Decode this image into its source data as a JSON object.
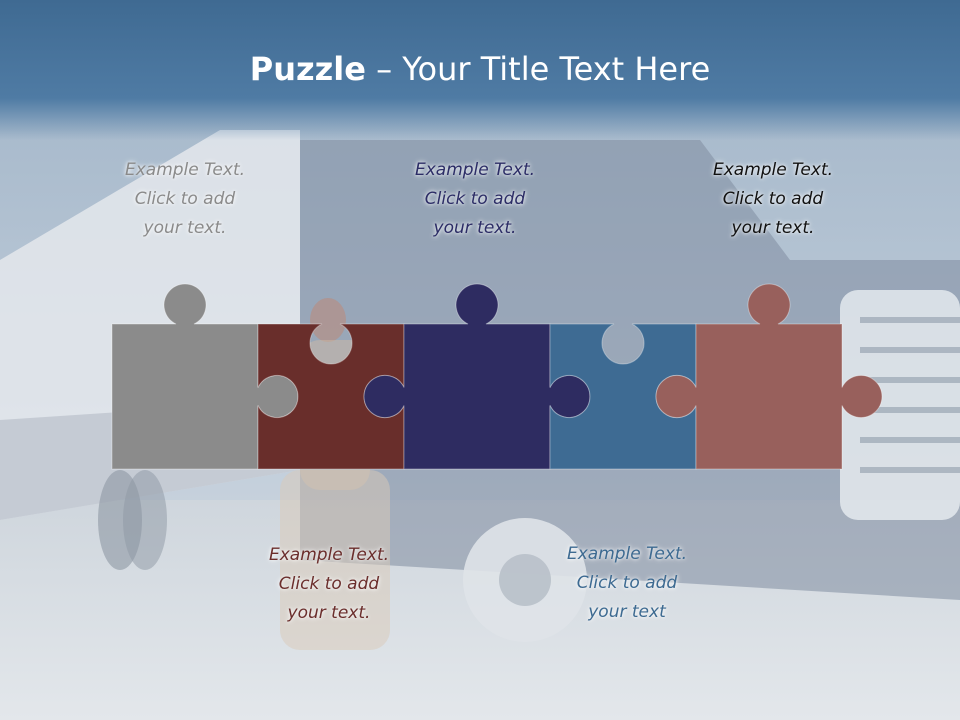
{
  "slide": {
    "title_bold": "Puzzle",
    "title_rest": " – Your Title Text Here",
    "captions": [
      {
        "lines": [
          "Example Text.",
          "Click  to add",
          "your text."
        ],
        "color": "#8a8a8a"
      },
      {
        "lines": [
          "Example Text.",
          "Click  to add",
          "your text."
        ],
        "color": "#6b2e2c"
      },
      {
        "lines": [
          "Example Text.",
          "Click  to add",
          "your text."
        ],
        "color": "#2c2d66"
      },
      {
        "lines": [
          "Example Text.",
          "Click  to add",
          "your text"
        ],
        "color": "#3d6a91"
      },
      {
        "lines": [
          "Example Text.",
          "Click  to add",
          "your text."
        ],
        "color": "#111111"
      }
    ]
  },
  "colors": {
    "title_band": "#4a77a0",
    "piece_gray": "#8b8b8b",
    "piece_maroon": "#692e2b",
    "piece_navy": "#2e2c61",
    "piece_steel": "#3e6b93",
    "piece_rose": "#98605c"
  },
  "pieces": [
    {
      "name": "puzzle-piece-gray",
      "color": "#8b8b8b"
    },
    {
      "name": "puzzle-piece-maroon",
      "color": "#692e2b"
    },
    {
      "name": "puzzle-piece-navy",
      "color": "#2e2c61"
    },
    {
      "name": "puzzle-piece-steel",
      "color": "#3e6b93"
    },
    {
      "name": "puzzle-piece-rose",
      "color": "#98605c"
    }
  ]
}
